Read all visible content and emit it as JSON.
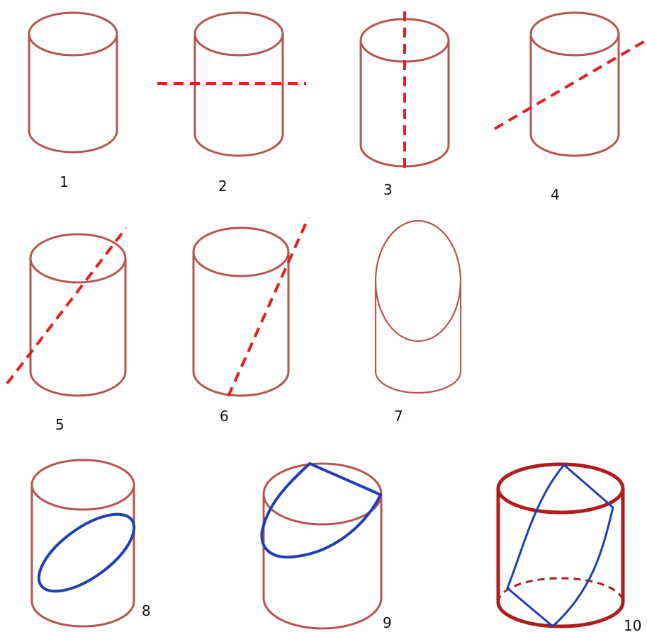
{
  "colors": {
    "outline": "#b5554f",
    "outline_dark": "#b01c1c",
    "cut": "#e41e1e",
    "section": "#1f3fb4"
  },
  "figures": [
    {
      "label": "1"
    },
    {
      "label": "2"
    },
    {
      "label": "3"
    },
    {
      "label": "4"
    },
    {
      "label": "5"
    },
    {
      "label": "6"
    },
    {
      "label": "7"
    },
    {
      "label": "8"
    },
    {
      "label": "9"
    },
    {
      "label": "10"
    }
  ]
}
